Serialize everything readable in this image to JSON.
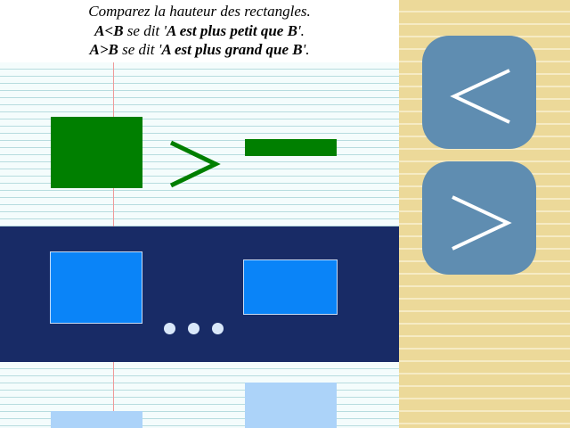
{
  "instructions": {
    "line1": "Comparez la hauteur des rectangles.",
    "line2_sym": "A<B",
    "line2_mid": " se dit '",
    "line2_phrase": "A est plus petit que B",
    "line2_end": "'.",
    "line3_sym": "A>B",
    "line3_mid": " se dit '",
    "line3_phrase": "A est plus grand que B",
    "line3_end": "'."
  },
  "exercises": [
    {
      "status": "answered",
      "answer": ">",
      "a_height": 80,
      "b_height": 19,
      "color": "#007f00"
    },
    {
      "status": "current",
      "answer": "...",
      "a_height": 81,
      "b_height": 62,
      "color": "#0a84f8"
    },
    {
      "status": "upcoming",
      "a_height": 19,
      "b_height": 51,
      "color": "#acd3f9"
    }
  ],
  "buttons": {
    "less": "<",
    "greater": ">",
    "color": "#5f8db1"
  },
  "colors": {
    "band": "#182b66",
    "side_panel": "#ecd999",
    "margin_line": "#ef9a9a"
  }
}
